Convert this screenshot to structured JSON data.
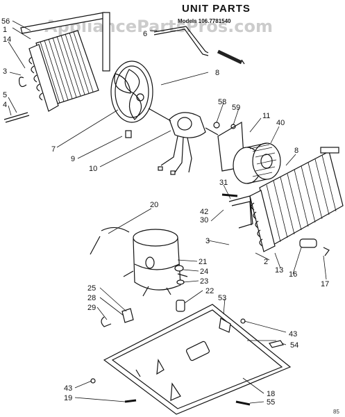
{
  "title": "UNIT PARTS",
  "model": "Models 106.7781540",
  "watermark": "AppliancePartsPros.com",
  "corner_mark": "85",
  "callouts": [
    "56",
    "1",
    "14",
    "3",
    "5",
    "4",
    "6",
    "7",
    "8",
    "9",
    "10",
    "58",
    "59",
    "11",
    "40",
    "8",
    "20",
    "31",
    "42",
    "30",
    "3",
    "2",
    "13",
    "16",
    "17",
    "21",
    "24",
    "23",
    "22",
    "53",
    "25",
    "28",
    "29",
    "43",
    "54",
    "43",
    "19",
    "18",
    "55"
  ],
  "parts": {
    "condenser_coil": "condenser-coil",
    "fan_blade": "fan-blade",
    "fan_motor": "fan-motor",
    "blower_wheel": "blower-wheel",
    "evaporator_coil": "evaporator-coil",
    "compressor": "compressor",
    "base_pan": "base-pan"
  }
}
